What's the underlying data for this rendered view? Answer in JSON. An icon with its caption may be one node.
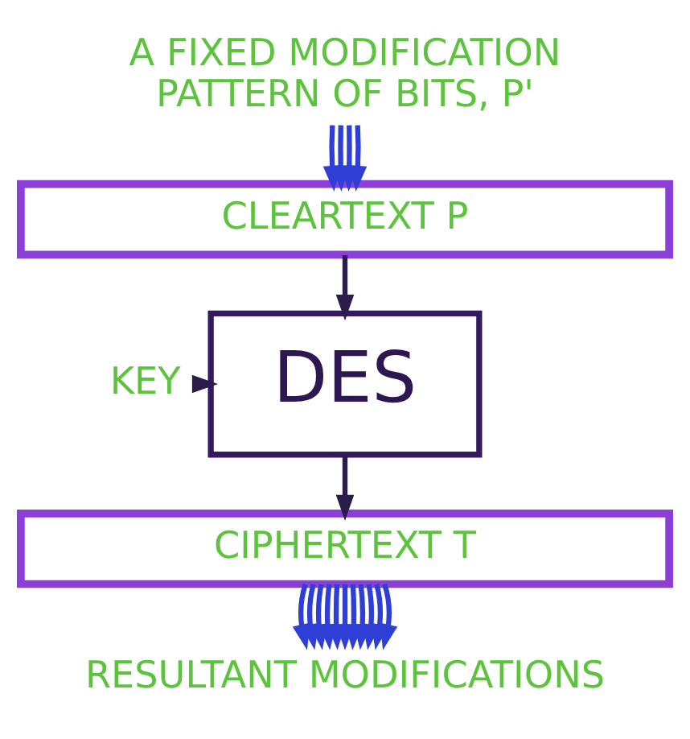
{
  "diagram": {
    "nodes": [
      {
        "text": [
          "A FIXED MODIFICATION PATTERN OF BITS, P'"
        ]
      },
      {
        "text": [
          "CLEARTEXT P"
        ]
      },
      {
        "text": [
          "KEY"
        ]
      },
      {
        "text": [
          "DES"
        ]
      },
      {
        "text": [
          "CIPHERTEXT T"
        ]
      },
      {
        "text": [
          "RESULTANT MODIFICATIONS"
        ]
      }
    ],
    "edges": [
      {
        "from": 0,
        "to": 1,
        "arrow": "to"
      },
      {
        "from": 0,
        "to": 1,
        "arrow": "to"
      },
      {
        "from": 0,
        "to": 1,
        "arrow": "to"
      },
      {
        "from": 0,
        "to": 1,
        "arrow": "to"
      },
      {
        "from": 1,
        "to": 3,
        "arrow": "to",
        "color": "#2b1d4a"
      },
      {
        "from": 2,
        "to": 3,
        "arrow": "to",
        "color": "#2b1d4a"
      },
      {
        "from": 3,
        "to": 4,
        "arrow": "to",
        "color": "#2b1d4a"
      },
      {
        "from": 4,
        "to": 5,
        "arrow": "to"
      },
      {
        "from": 4,
        "to": 5,
        "arrow": "to"
      },
      {
        "from": 4,
        "to": 5,
        "arrow": "to"
      },
      {
        "from": 4,
        "to": 5,
        "arrow": "to"
      },
      {
        "from": 4,
        "to": 5,
        "arrow": "to"
      },
      {
        "from": 4,
        "to": 5,
        "arrow": "to"
      },
      {
        "from": 4,
        "to": 5,
        "arrow": "to"
      },
      {
        "from": 4,
        "to": 5,
        "arrow": "to"
      },
      {
        "from": 4,
        "to": 5,
        "arrow": "to"
      },
      {
        "from": 4,
        "to": 5,
        "arrow": "to"
      },
      {
        "from": 4,
        "to": 5,
        "arrow": "to"
      }
    ]
  }
}
